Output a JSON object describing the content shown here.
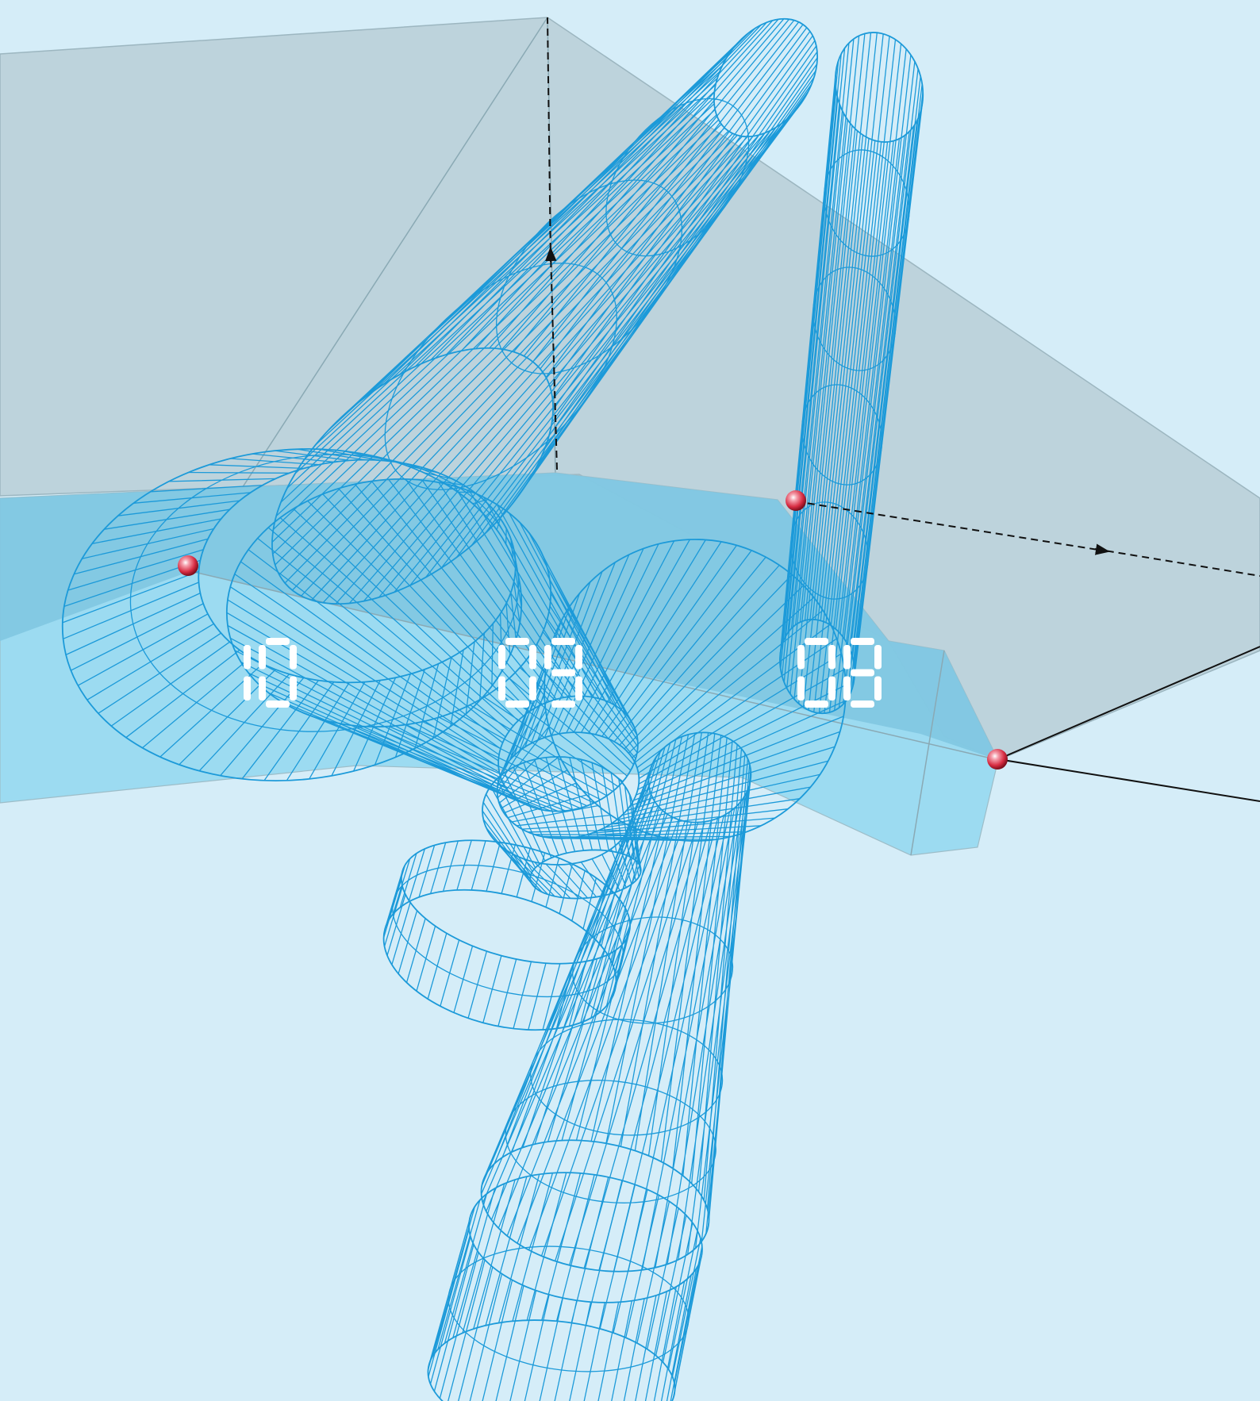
{
  "colors": {
    "background": "#d5edf8",
    "plane_gray": "#bdd3dc",
    "band_blue": "#7fc6e0",
    "band_light": "#96d8ef",
    "wireframe": "#1c9ad9",
    "digits": "#ffffff",
    "marker": "#e0384a",
    "arrow": "#111111"
  },
  "markers": [
    {
      "name": "marker-10",
      "icon": "red-sphere"
    },
    {
      "name": "marker-09",
      "icon": "red-sphere"
    },
    {
      "name": "marker-corner",
      "icon": "red-sphere"
    }
  ],
  "display": {
    "label_10": "10",
    "label_09": "09",
    "label_08": "08",
    "style": "seven-segment"
  },
  "arrows": [
    {
      "name": "arrow-up",
      "style": "dashed"
    },
    {
      "name": "arrow-right",
      "style": "dashed"
    },
    {
      "name": "line-upper",
      "style": "solid"
    },
    {
      "name": "line-lower",
      "style": "solid"
    }
  ]
}
